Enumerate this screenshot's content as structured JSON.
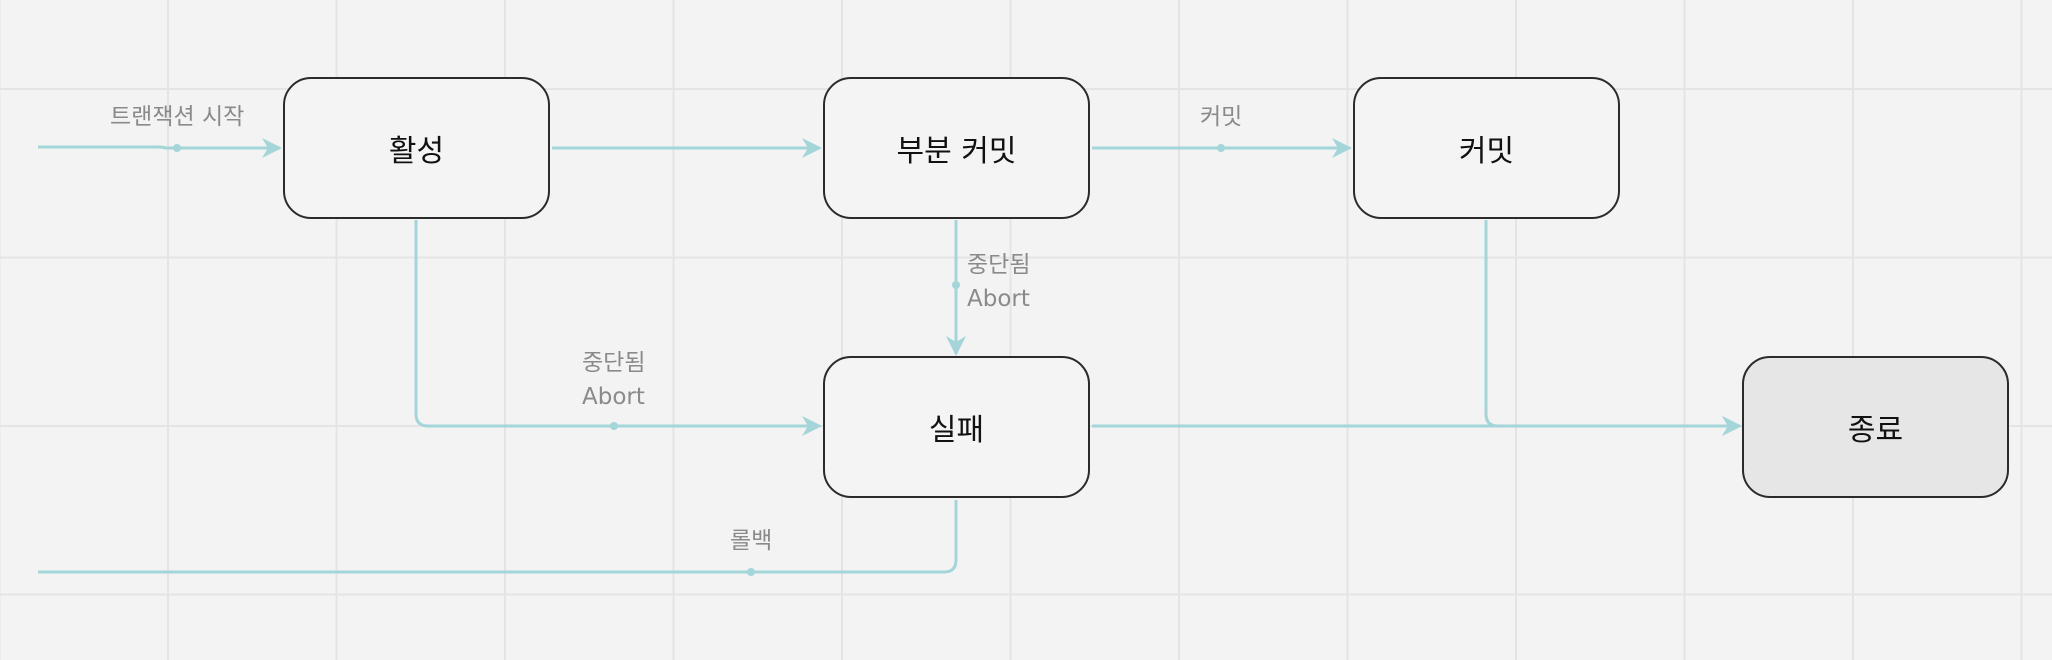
{
  "diagram": {
    "nodes": {
      "active": "활성",
      "partially_committed": "부분 커밋",
      "committed": "커밋",
      "failed": "실패",
      "terminated": "종료"
    },
    "edge_labels": {
      "transaction_start": "트랜잭션 시작",
      "commit": "커밋",
      "partial_abort": "중단됨\nAbort",
      "active_abort": "중단됨\nAbort",
      "rollback": "롤백"
    },
    "colors": {
      "edge": "#a3d5d9",
      "node_border": "#2b2b2b",
      "label": "#8a8a8a",
      "terminal_fill": "#e6e6e6"
    }
  }
}
